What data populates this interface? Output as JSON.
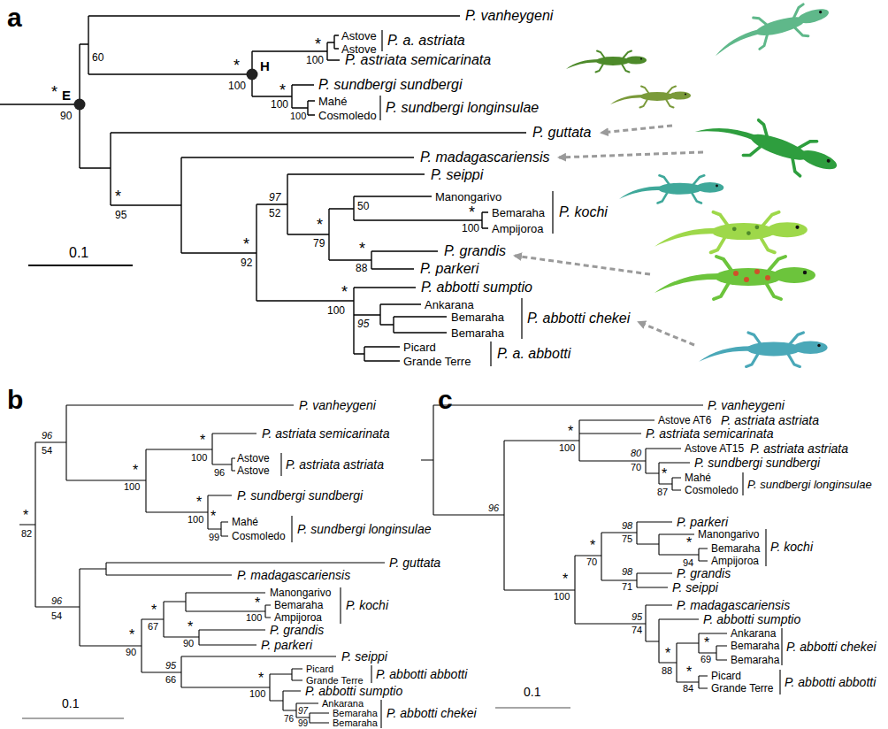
{
  "diagram": {
    "labels": [
      "a",
      "P. vanheygeni",
      "*",
      "E",
      "90",
      "60",
      "*",
      "H",
      "100",
      "*",
      "100",
      "Astove",
      "Astove",
      "P. a. astriata",
      "P. astriata semicarinata",
      "*",
      "100",
      "P. sundbergi sundbergi",
      "100",
      "Mahé",
      "Cosmoledo",
      "P. sundbergi longinsulae",
      "P. guttata",
      "*",
      "95",
      "P. madagascariensis",
      "P. seippi",
      "97",
      "52",
      "Manongarivo",
      "50",
      "*",
      "100",
      "Bemaraha",
      "Ampijoroa",
      "P. kochi",
      "*",
      "79",
      "*",
      "88",
      "P. grandis",
      "P. parkeri",
      "*",
      "92",
      "P. abbotti sumptio",
      "*",
      "100",
      "Ankarana",
      "95",
      "Bemaraha",
      "Bemaraha",
      "P. abbotti chekei",
      "Picard",
      "Grande Terre",
      "P. a. abbotti",
      "0.1",
      "b",
      "P. vanheygeni",
      "96",
      "54",
      "*",
      "82",
      "P. astriata semicarinata",
      "*",
      "100",
      "96",
      "Astove",
      "Astove",
      "P. astriata astriata",
      "*",
      "100",
      "*",
      "100",
      "P. sundbergi sundbergi",
      "*",
      "99",
      "Mahé",
      "Cosmoledo",
      "P. sundbergi longinsulae",
      "96",
      "54",
      "P. guttata",
      "P. madagascariensis",
      "*",
      "90",
      "*",
      "67",
      "Manongarivo",
      "*",
      "100",
      "Bemaraha",
      "Ampijoroa",
      "P. kochi",
      "*",
      "90",
      "P. grandis",
      "P. parkeri",
      "95",
      "66",
      "P. seippi",
      "*",
      "100",
      "Picard",
      "Grande Terre",
      "P. abbotti abbotti",
      "P. abbotti sumptio",
      "97",
      "Ankarana",
      "76",
      "Bemaraha",
      "99",
      "Bemaraha",
      "P. abbotti chekei",
      "0.1",
      "c",
      "P. vanheygeni",
      "96",
      "*",
      "100",
      "Astove AT6",
      "P. astriata astriata",
      "P. astriata semicarinata",
      "80",
      "70",
      "Astove AT15",
      "P. astriata astriata",
      "P. sundbergi sundbergi",
      "*",
      "87",
      "Mahé",
      "Cosmoledo",
      "P. sundbergi longinsulae",
      "98",
      "75",
      "P. parkeri",
      "Manongarivo",
      "*",
      "94",
      "Bemaraha",
      "Ampijoroa",
      "P. kochi",
      "*",
      "70",
      "98",
      "71",
      "P. grandis",
      "P. seippi",
      "*",
      "100",
      "95",
      "74",
      "P. madagascariensis",
      "P. abbotti sumptio",
      "*",
      "88",
      "Ankarana",
      "*",
      "69",
      "Bemaraha",
      "Bemaraha",
      "P. abbotti chekei",
      "*",
      "84",
      "Picard",
      "Grande Terre",
      "P. abbotti abbotti",
      "0.1"
    ]
  }
}
